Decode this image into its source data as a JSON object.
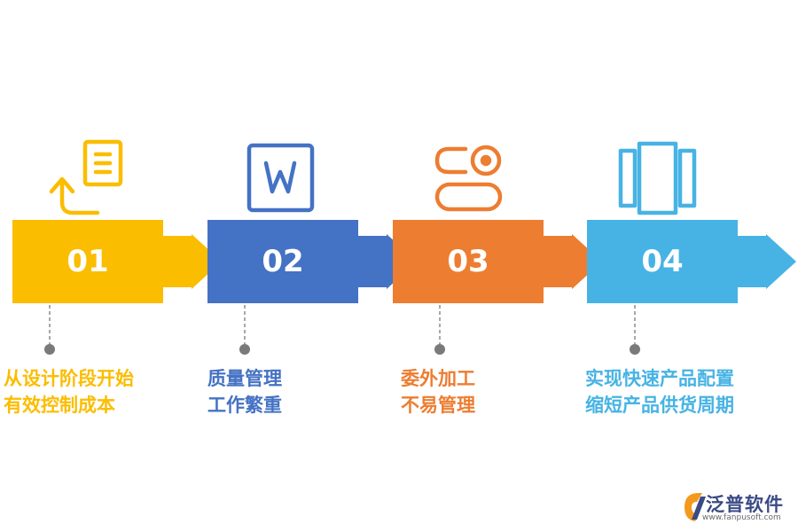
{
  "colors": {
    "step1": "#fbbd00",
    "step2": "#4472c4",
    "step3": "#ed7d31",
    "step4": "#47b3e4",
    "connector": "#8c8c8c",
    "brand": "#3a4a86"
  },
  "steps": [
    {
      "number": "01",
      "icon": "document-return-icon",
      "lines": [
        "从设计阶段开始",
        "有效控制成本"
      ]
    },
    {
      "number": "02",
      "icon": "word-document-icon",
      "lines": [
        "质量管理",
        "工作繁重"
      ]
    },
    {
      "number": "03",
      "icon": "toggle-switch-icon",
      "lines": [
        "委外加工",
        "不易管理"
      ]
    },
    {
      "number": "04",
      "icon": "columns-panel-icon",
      "lines": [
        "实现快速产品配置",
        "缩短产品供货周期"
      ]
    }
  ],
  "brand": {
    "name": "泛普软件",
    "url": "www.fanpusoft.com"
  }
}
